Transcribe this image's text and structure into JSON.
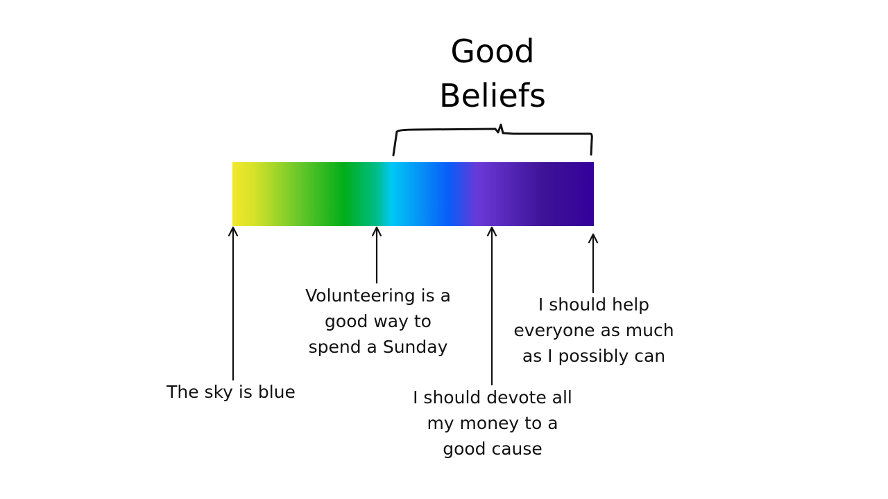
{
  "title": {
    "line1": "Good",
    "line2": "Beliefs"
  },
  "spectrum": {
    "colors": [
      "#f2e82a",
      "#6cc82a",
      "#00ad19",
      "#00c8f5",
      "#0a5cf8",
      "#6b38d6",
      "#3e1396",
      "#34009b"
    ]
  },
  "labels": {
    "sky": {
      "line1": "The sky is blue"
    },
    "volunteering": {
      "line1": "Volunteering is a",
      "line2": "good way to",
      "line3": "spend a Sunday"
    },
    "devote": {
      "line1": "I should devote all",
      "line2": "my money to a",
      "line3": "good cause"
    },
    "help": {
      "line1": "I should help",
      "line2": "everyone as much",
      "line3": "as I possibly can"
    }
  }
}
